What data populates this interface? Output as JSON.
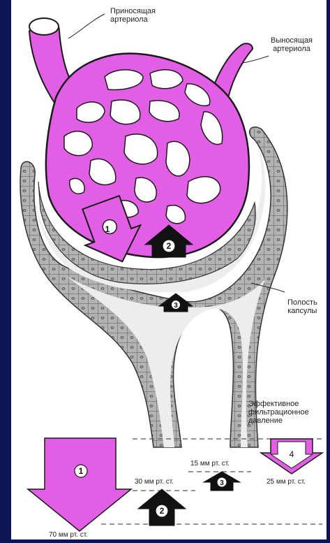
{
  "labels": {
    "afferent": "Приносящая\nартериола",
    "efferent": "Выносящая\nартериола",
    "capsule": "Полость\nкапсулы",
    "effective": "Эффективное\nфильтрационное\nдавление"
  },
  "pressures": {
    "p1": "70 мм рт. ст.",
    "p2": "30 мм рт. ст.",
    "p3": "15 мм рт. ст.",
    "p4": "25 мм рт. ст."
  },
  "markers": [
    "1",
    "2",
    "3",
    "4"
  ],
  "colors": {
    "background": "#0d1456",
    "glomerulus": "#e25fe5",
    "capsule_fill": "#ededed",
    "epithelium": "#a9a9a9",
    "ink": "#1a1a1a"
  }
}
